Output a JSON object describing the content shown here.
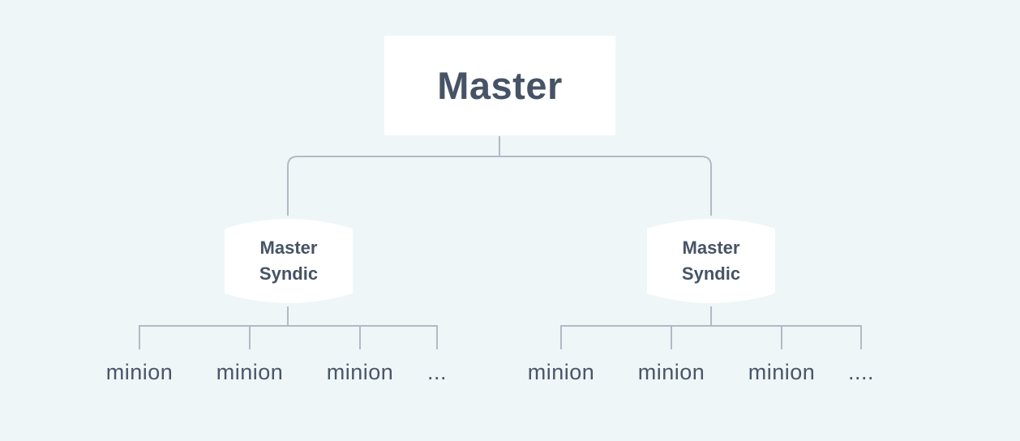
{
  "master": {
    "label": "Master"
  },
  "syndics": [
    {
      "line1": "Master",
      "line2": "Syndic"
    },
    {
      "line1": "Master",
      "line2": "Syndic"
    }
  ],
  "left_minions": [
    "minion",
    "minion",
    "minion",
    "..."
  ],
  "right_minions": [
    "minion",
    "minion",
    "minion",
    "...."
  ],
  "colors": {
    "background": "#eef6f8",
    "node_fill": "#ffffff",
    "text": "#465366",
    "connector": "#b2bac6"
  }
}
